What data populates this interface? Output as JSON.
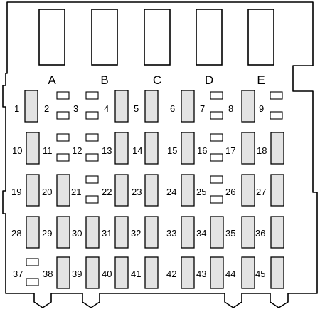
{
  "columns": [
    "A",
    "B",
    "C",
    "D",
    "E"
  ],
  "fuses": [
    {
      "id": "1",
      "type": "maxi"
    },
    {
      "id": "2",
      "type": "mini-pair"
    },
    {
      "id": "3",
      "type": "mini-pair"
    },
    {
      "id": "4",
      "type": "maxi"
    },
    {
      "id": "5",
      "type": "maxi"
    },
    {
      "id": "6",
      "type": "maxi"
    },
    {
      "id": "7",
      "type": "mini-pair"
    },
    {
      "id": "8",
      "type": "maxi"
    },
    {
      "id": "9",
      "type": "mini-pair"
    },
    {
      "id": "10",
      "type": "maxi"
    },
    {
      "id": "11",
      "type": "mini-pair"
    },
    {
      "id": "12",
      "type": "mini-pair"
    },
    {
      "id": "13",
      "type": "maxi"
    },
    {
      "id": "14",
      "type": "maxi"
    },
    {
      "id": "15",
      "type": "maxi"
    },
    {
      "id": "16",
      "type": "mini-pair"
    },
    {
      "id": "17",
      "type": "maxi"
    },
    {
      "id": "18",
      "type": "maxi"
    },
    {
      "id": "19",
      "type": "maxi"
    },
    {
      "id": "20",
      "type": "maxi"
    },
    {
      "id": "21",
      "type": "mini-pair"
    },
    {
      "id": "22",
      "type": "maxi"
    },
    {
      "id": "23",
      "type": "maxi"
    },
    {
      "id": "24",
      "type": "maxi"
    },
    {
      "id": "25",
      "type": "mini-pair"
    },
    {
      "id": "26",
      "type": "maxi"
    },
    {
      "id": "27",
      "type": "maxi"
    },
    {
      "id": "28",
      "type": "maxi"
    },
    {
      "id": "29",
      "type": "maxi"
    },
    {
      "id": "30",
      "type": "maxi"
    },
    {
      "id": "31",
      "type": "maxi"
    },
    {
      "id": "32",
      "type": "maxi"
    },
    {
      "id": "33",
      "type": "maxi"
    },
    {
      "id": "34",
      "type": "maxi"
    },
    {
      "id": "35",
      "type": "maxi"
    },
    {
      "id": "36",
      "type": "maxi"
    },
    {
      "id": "37",
      "type": "mini-pair"
    },
    {
      "id": "38",
      "type": "maxi"
    },
    {
      "id": "39",
      "type": "maxi"
    },
    {
      "id": "40",
      "type": "maxi"
    },
    {
      "id": "41",
      "type": "maxi"
    },
    {
      "id": "42",
      "type": "maxi"
    },
    {
      "id": "43",
      "type": "maxi"
    },
    {
      "id": "44",
      "type": "maxi"
    },
    {
      "id": "45",
      "type": "maxi"
    }
  ]
}
